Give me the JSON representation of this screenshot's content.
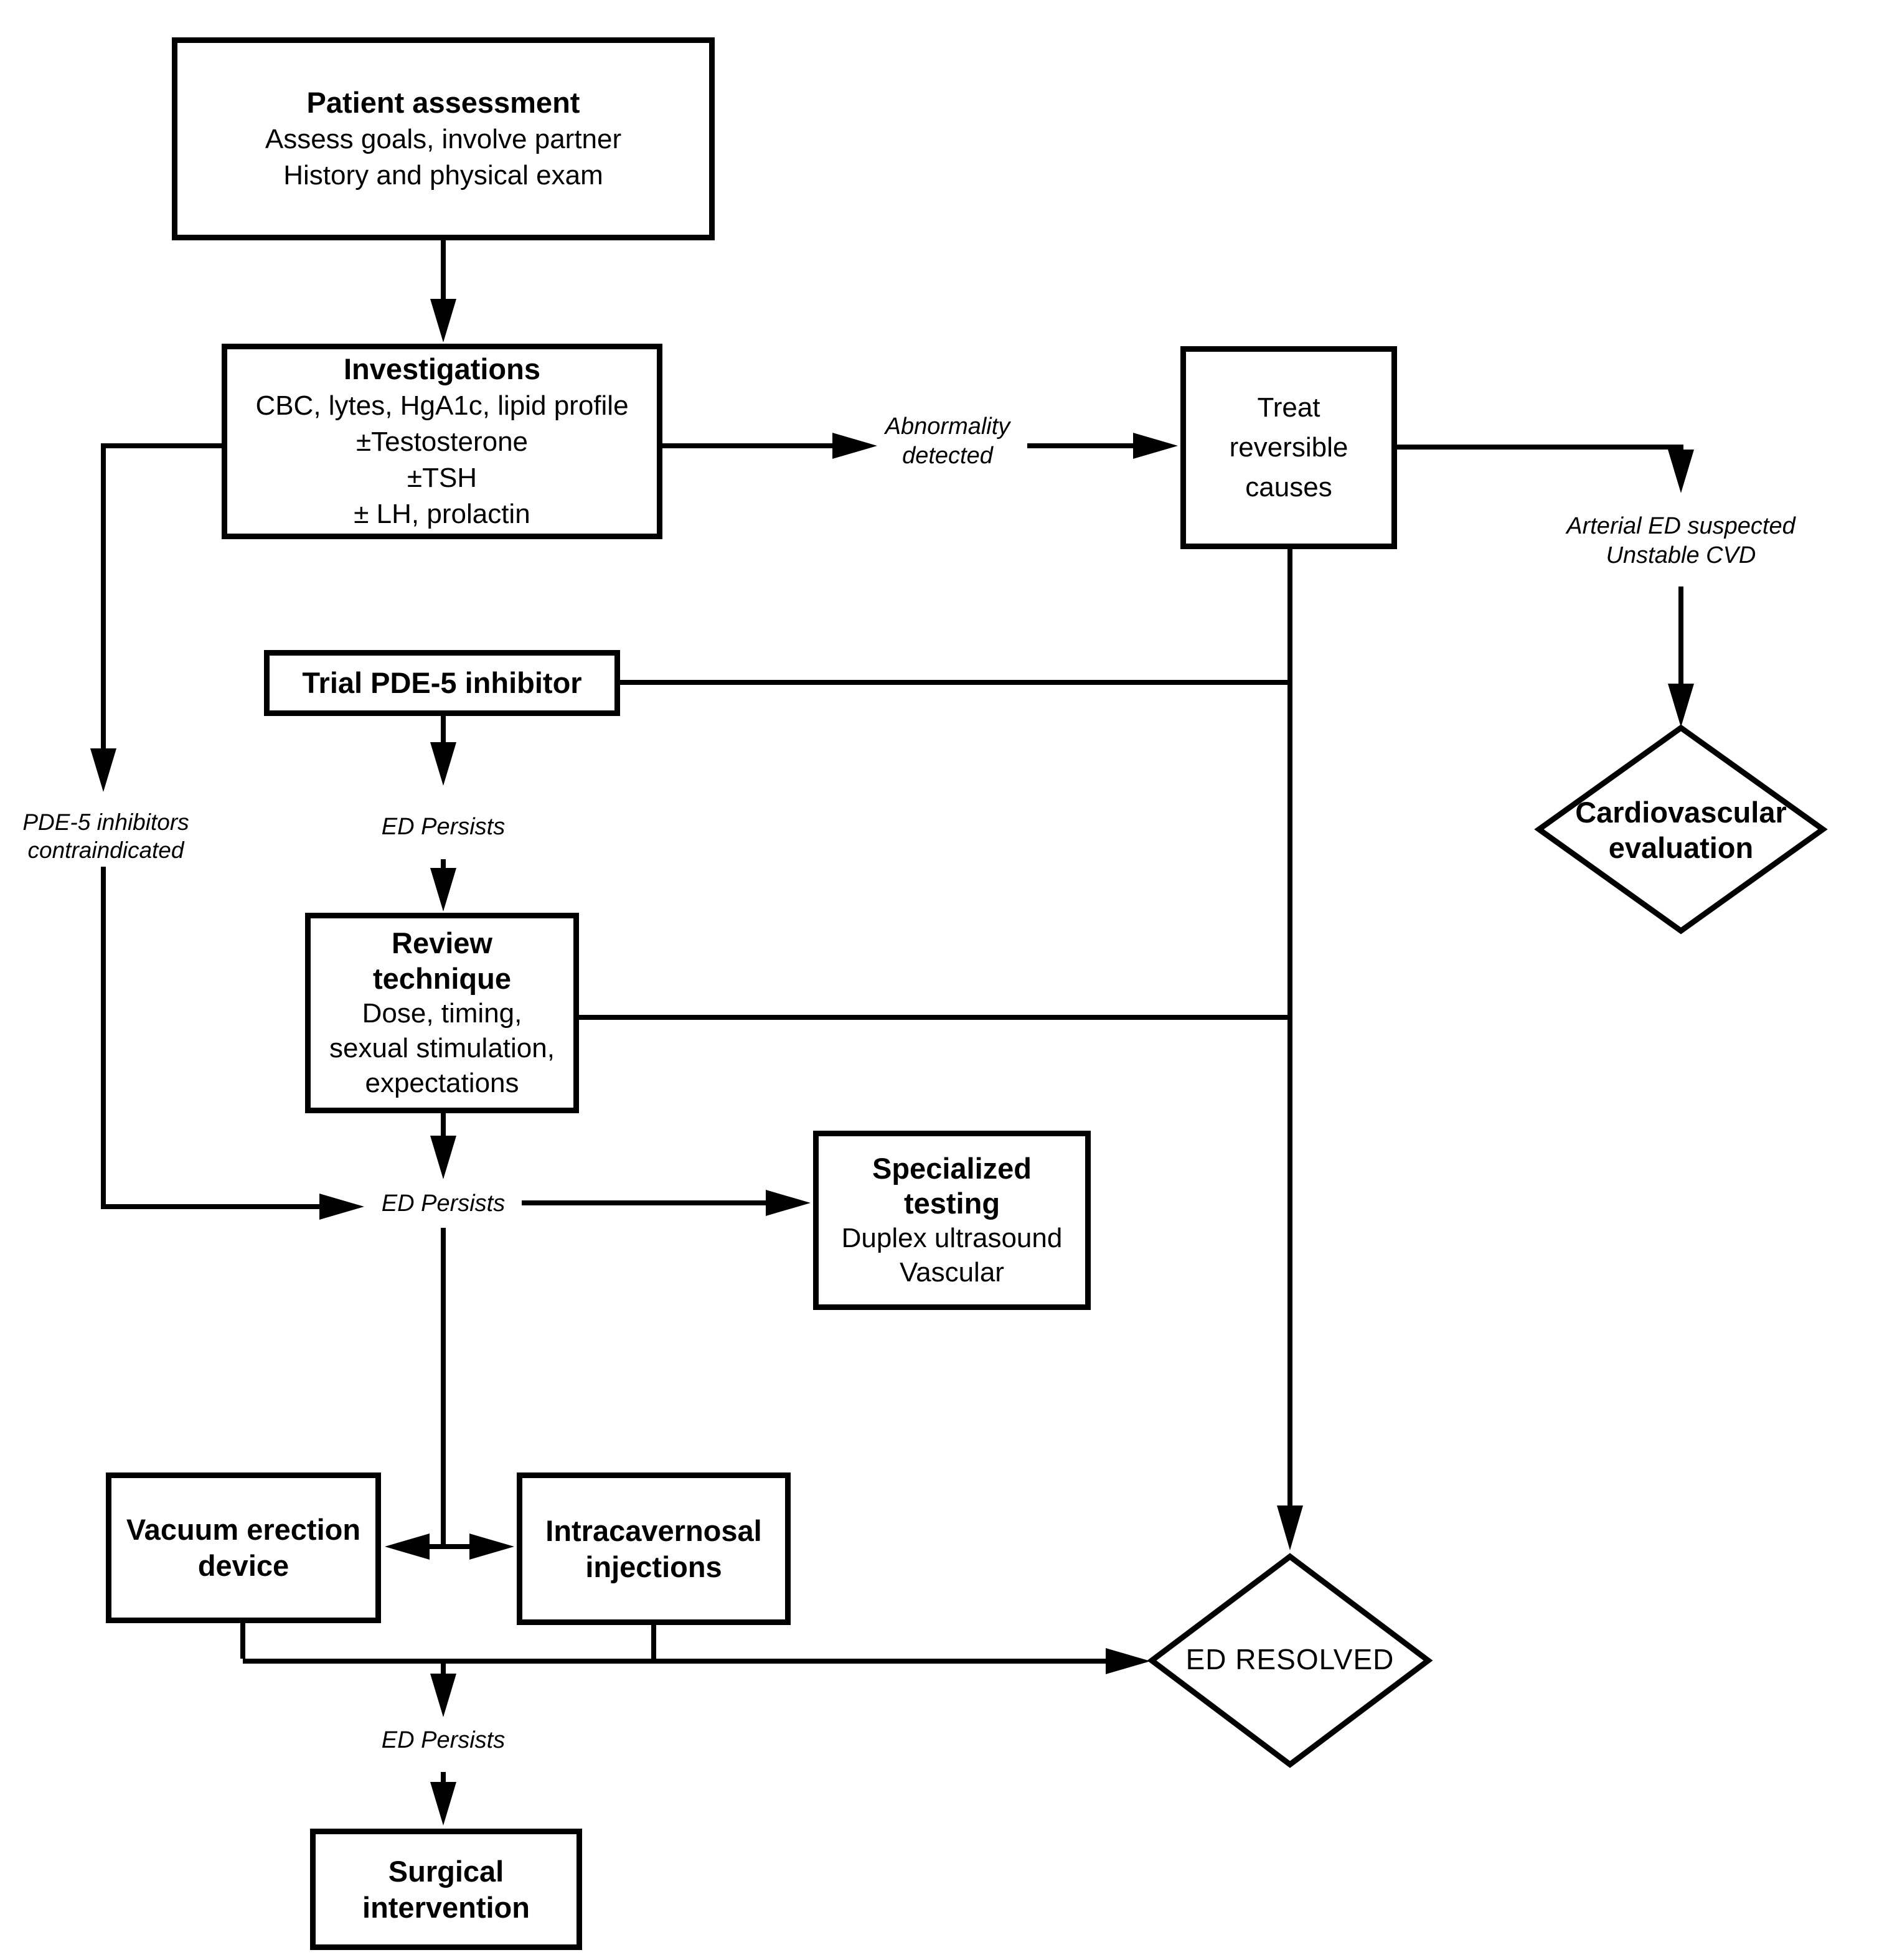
{
  "diagram": {
    "nodes": {
      "patient_assessment": {
        "title": "Patient assessment",
        "line1": "Assess goals, involve partner",
        "line2": "History and physical exam"
      },
      "investigations": {
        "title": "Investigations",
        "line1": "CBC, lytes, HgA1c, lipid profile",
        "line2": "±Testosterone",
        "line3": "±TSH",
        "line4": "± LH, prolactin"
      },
      "treat_reversible": {
        "line1": "Treat",
        "line2": "reversible",
        "line3": "causes"
      },
      "trial_pde5": {
        "title": "Trial PDE-5 inhibitor"
      },
      "review_technique": {
        "title1": "Review",
        "title2": "technique",
        "line1": "Dose, timing,",
        "line2": "sexual stimulation,",
        "line3": "expectations"
      },
      "specialized_testing": {
        "title1": "Specialized",
        "title2": "testing",
        "line1": "Duplex ultrasound",
        "line2": "Vascular"
      },
      "vacuum_device": {
        "title1": "Vacuum erection",
        "title2": "device"
      },
      "intracavernosal": {
        "title1": "Intracavernosal",
        "title2": "injections"
      },
      "surgical": {
        "title1": "Surgical",
        "title2": "intervention"
      },
      "cardio_eval": {
        "title1": "Cardiovascular",
        "title2": "evaluation"
      },
      "ed_resolved": {
        "title": "ED RESOLVED"
      }
    },
    "labels": {
      "abnormality": {
        "line1": "Abnormality",
        "line2": "detected"
      },
      "arterial": {
        "line1": "Arterial ED suspected",
        "line2": "Unstable CVD"
      },
      "pde5_contra": {
        "line1": "PDE-5 inhibitors",
        "line2": "contraindicated"
      },
      "ed_persists_1": "ED Persists",
      "ed_persists_2": "ED Persists",
      "ed_persists_3": "ED Persists"
    },
    "colors": {
      "line": "#000000",
      "background": "#ffffff"
    }
  }
}
